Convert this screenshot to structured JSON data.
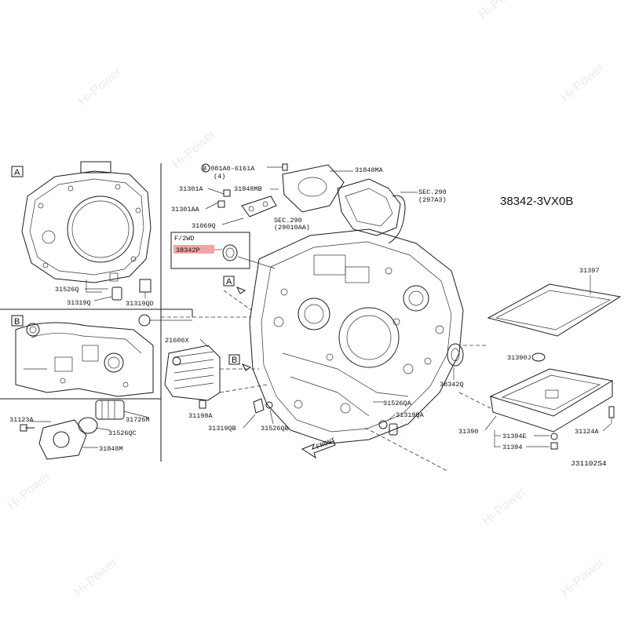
{
  "part_number": "38342-3VX0B",
  "diagram_code": "J31102S4",
  "watermark": "Hi-Power",
  "section_letters": {
    "a": "A",
    "b": "B"
  },
  "inset_note": "F/2WD",
  "front_label": "FRONT",
  "highlight_color": "#f4a3a3",
  "callouts": {
    "c38342p": "38342P",
    "c31526q": "31526Q",
    "c31319q": "31319Q",
    "c31319qd": "31319QD",
    "c081a0": "B 081A0-6161A",
    "c081a0_qty": "(4)",
    "c31848ma": "31848MA",
    "c31301a": "31301A",
    "c31301aa": "31301AA",
    "c31848mb": "31848MB",
    "c31069q": "31069Q",
    "csec290a": "SEC.290",
    "csec290a_sub": "(29010AA)",
    "csec290b": "SEC.290",
    "csec290b_sub": "(297A3)",
    "c21606x": "21606X",
    "c31198a": "31198A",
    "c31319qb": "31319QB",
    "c31526qb": "31526QB",
    "c31526qa": "31526QA",
    "c31319qa": "31319QA",
    "c38342q": "38342Q",
    "c31397": "31397",
    "c31390j": "31390J",
    "c31390": "31390",
    "c31394e": "31394E",
    "c31394": "31394",
    "c31124a": "31124A",
    "c31123a": "31123A",
    "c31726m": "31726M",
    "c31526qc": "31526QC",
    "c31848m": "31848M"
  }
}
